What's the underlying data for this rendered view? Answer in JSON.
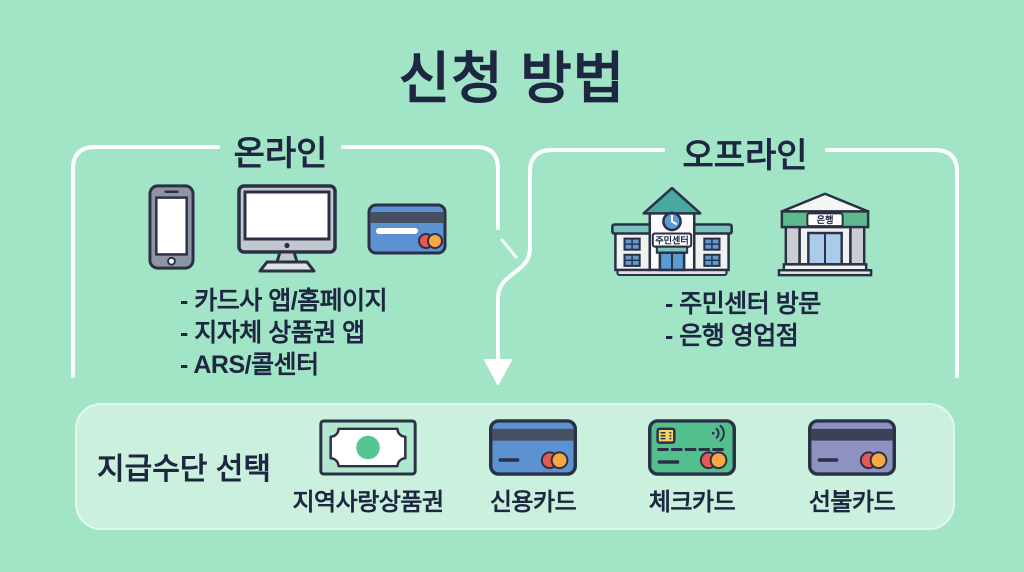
{
  "title": "신청 방법",
  "colors": {
    "background": "#a2e4c6",
    "panel": "#cbf0dd",
    "text": "#1e2742",
    "icon_outline": "#2a3045",
    "connector_line": "#ffffff",
    "credit_card_blue": "#5c92d2",
    "check_card_green": "#53bf8e",
    "prepaid_card_purple": "#8d92c3",
    "banknote_green": "#57c495",
    "roof_teal": "#4aa8a3",
    "bank_green": "#5eba8b"
  },
  "online": {
    "label": "온라인",
    "icons": [
      "smartphone-icon",
      "desktop-monitor-icon",
      "credit-card-icon"
    ],
    "items": [
      "- 카드사 앱/홈페이지",
      "- 지자체 상품권 앱",
      "- ARS/콜센터"
    ]
  },
  "offline": {
    "label": "오프라인",
    "icons": [
      "community-center-icon",
      "bank-icon"
    ],
    "community_center_sign": "주민센터",
    "bank_sign": "은행",
    "items": [
      "- 주민센터 방문",
      "- 은행 영업점"
    ]
  },
  "payment": {
    "label": "지급수단 선택",
    "options": [
      {
        "name": "지역사랑상품권",
        "icon": "banknote-icon"
      },
      {
        "name": "신용카드",
        "icon": "credit-card-blue-icon"
      },
      {
        "name": "체크카드",
        "icon": "check-card-green-icon"
      },
      {
        "name": "선불카드",
        "icon": "prepaid-card-purple-icon"
      }
    ]
  }
}
